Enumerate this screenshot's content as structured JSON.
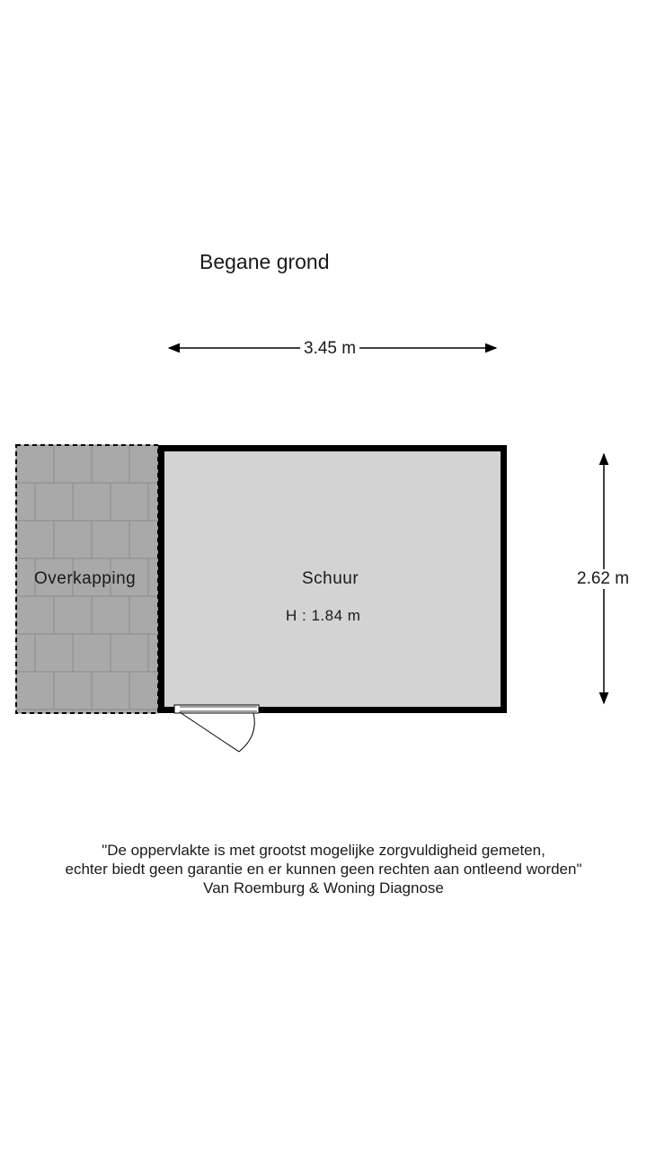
{
  "floor": {
    "title": "Begane grond"
  },
  "dimensions": {
    "width": "3.45 m",
    "height": "2.62 m"
  },
  "rooms": {
    "schuur": {
      "name": "Schuur",
      "ceiling_height": "H : 1.84 m"
    },
    "overkapping": {
      "name": "Overkapping"
    }
  },
  "disclaimer": {
    "line1": "\"De oppervlakte is met grootst mogelijke zorgvuldigheid gemeten,",
    "line2": "echter biedt geen garantie en er kunnen geen rechten aan ontleend worden\"",
    "line3": "Van Roemburg & Woning Diagnose"
  },
  "colors": {
    "wall": "#000000",
    "room_fill": "#d3d3d3",
    "paving": "#a9a9a9",
    "paving_joint": "#8a8a8a"
  }
}
